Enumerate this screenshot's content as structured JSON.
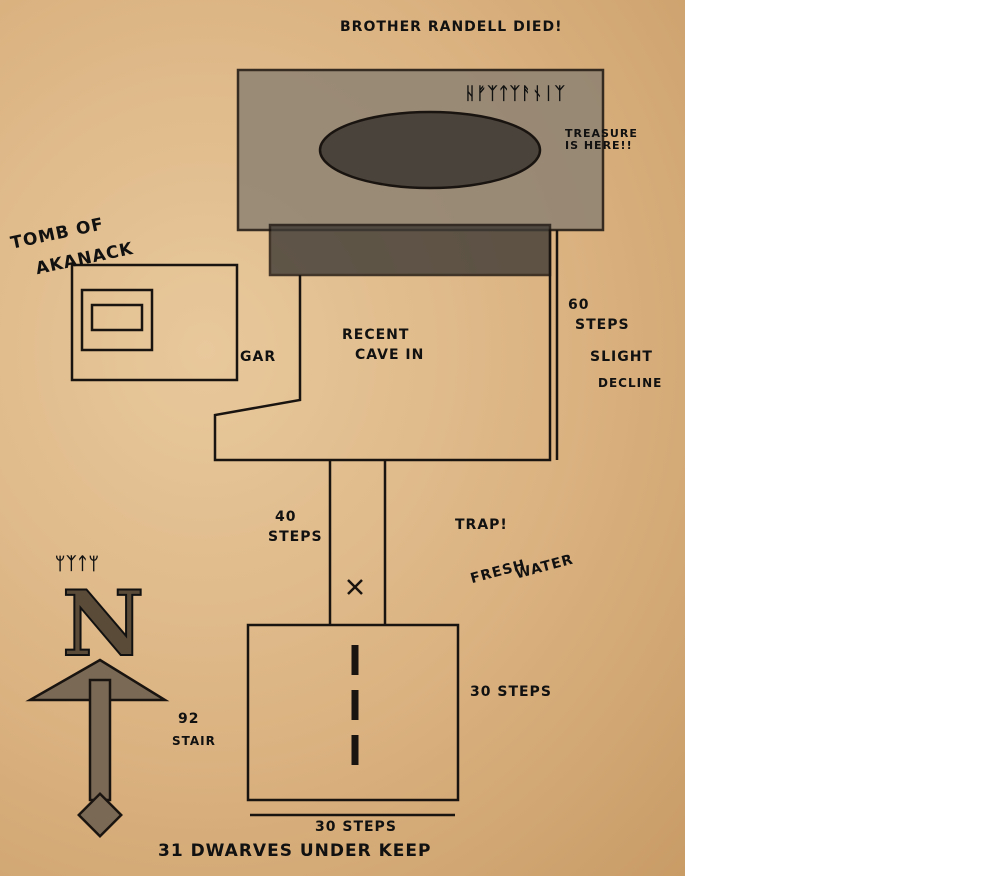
{
  "map": {
    "title": "31 DWARVES UNDER KEEP",
    "labels": {
      "brother_randell": "BROTHER RANDELL DIED!",
      "runes_top": "ᚺᚠᛉᛏᛉᚨᚾᛁᛉ",
      "treasure": "TREASURE IS HERE!!",
      "tomb_line1": "TOMB OF",
      "tomb_line2": "AKANACK",
      "gar": "GAR",
      "cave_in_line1": "RECENT",
      "cave_in_line2": "CAVE IN",
      "sixty_steps_line1": "60",
      "sixty_steps_line2": "STEPS",
      "decline_line1": "SLIGHT",
      "decline_line2": "DECLINE",
      "forty_steps_line1": "40",
      "forty_steps_line2": "STEPS",
      "trap": "TRAP!",
      "fresh_water_line1": "FRESH",
      "fresh_water_line2": "WATER",
      "thirty_steps_right": "30 STEPS",
      "stair_line1": "92",
      "stair_line2": "STAIR",
      "thirty_steps_bottom": "30 STEPS",
      "compass_runes": "ᛘᛉᛏᛘ",
      "compass_letter": "N"
    }
  }
}
